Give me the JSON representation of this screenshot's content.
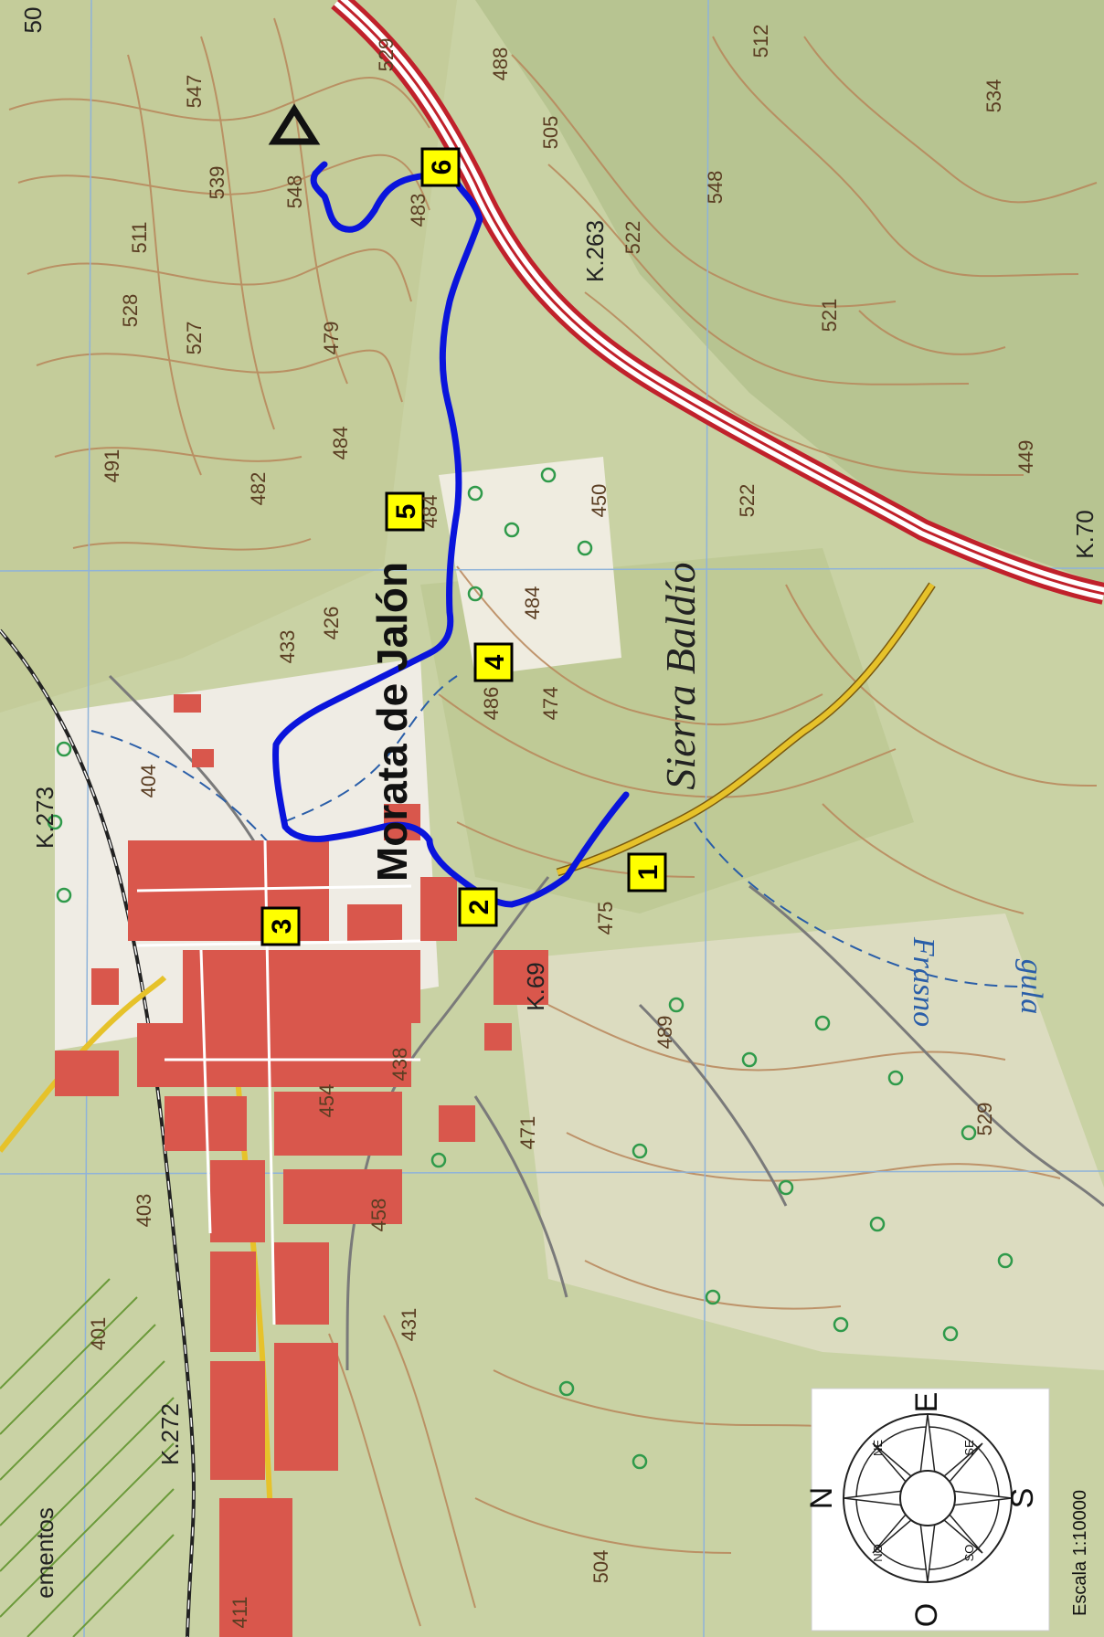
{
  "map": {
    "town_name": "Morata de Jalón",
    "region_name": "Sierra Baldío",
    "rivers": [
      "Frasno",
      "gula"
    ],
    "road_km_labels": [
      "K.273",
      "K.263",
      "K.272",
      "K.69",
      "K.70"
    ],
    "edge_labels": [
      "ementos",
      "50"
    ],
    "spot_heights": [
      "547",
      "529",
      "488",
      "512",
      "534",
      "539",
      "548",
      "505",
      "511",
      "528",
      "483",
      "522",
      "548",
      "527",
      "479",
      "521",
      "491",
      "484",
      "482",
      "484",
      "450",
      "522",
      "449",
      "433",
      "426",
      "484",
      "486",
      "474",
      "404",
      "475",
      "489",
      "454",
      "438",
      "471",
      "529",
      "458",
      "403",
      "431",
      "401",
      "411",
      "504"
    ],
    "scale_text": "Escala 1:10000",
    "compass": {
      "north": "N",
      "east": "E",
      "south": "S",
      "west": "O",
      "minor": [
        "NE",
        "SE",
        "SO",
        "NO"
      ]
    },
    "waypoints": [
      "1",
      "2",
      "3",
      "4",
      "5",
      "6"
    ],
    "colors": {
      "background": "#c9d2a4",
      "route": "#0a14dc",
      "town": "#d9574c",
      "waypoint_bg": "#ffff00",
      "contour": "#b8865a",
      "highway": "#c0212b",
      "road_yellow": "#e6c22a",
      "grid": "#8fb3d9",
      "water": "#2a5ea8"
    }
  }
}
